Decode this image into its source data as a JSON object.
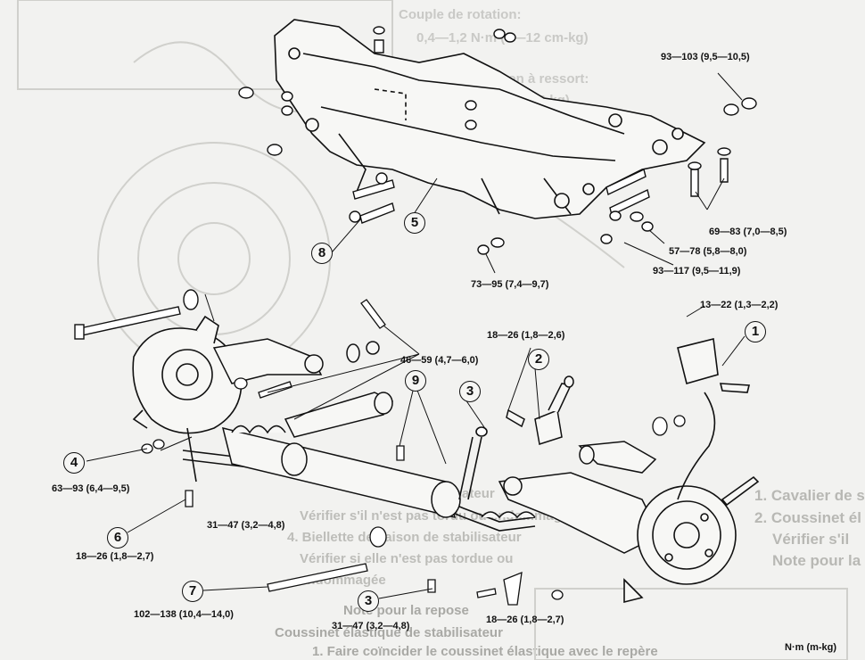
{
  "background_text": {
    "couple": "Couple de rotation:",
    "couple_value": "0,4—1,2 N·m (4—12 cm-kg)",
    "peson": "Indication de peson à ressort:",
    "peson_value": "3,9—11,8 N (0,4—1,2 kg)",
    "right_1": "1. Cavalier de s",
    "right_2": "2. Coussinet él",
    "right_3": "Vérifier s'il",
    "right_4": "Note pour la",
    "mid_3": "3. Stabilisateur",
    "mid_3a": "Vérifier s'il n'est pas tordu ou endommagé",
    "mid_4": "4. Biellette de liaison de stabilisateur",
    "mid_4a": "Vérifier si elle n'est pas tordue ou",
    "mid_4b": "endommagée",
    "note": "Note pour la repose",
    "coussinet": "Coussinet élastique de stabilisateur",
    "faire": "1. Faire coïncider le coussinet élastique avec le repère"
  },
  "torque_labels": [
    "93—103 (9,5—10,5)",
    "69—83 (7,0—8,5)",
    "57—78 (5,8—8,0)",
    "93—117 (9,5—11,9)",
    "73—95 (7,4—9,7)",
    "13—22 (1,3—2,2)",
    "18—26 (1,8—2,6)",
    "46—59 (4,7—6,0)",
    "63—93 (6,4—9,5)",
    "31—47 (3,2—4,8)",
    "18—26 (1,8—2,7)",
    "102—138 (10,4—14,0)",
    "31—47 (3,2—4,8)",
    "18—26 (1,8—2,7)"
  ],
  "callouts": [
    "1",
    "2",
    "3",
    "4",
    "5",
    "6",
    "7",
    "8",
    "9",
    "3"
  ],
  "unit_label": "N·m (m-kg)"
}
